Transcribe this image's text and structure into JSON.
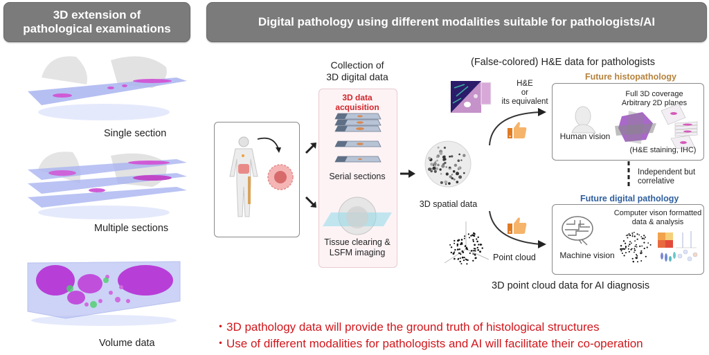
{
  "left_panel": {
    "title": "3D extension of pathological examinations",
    "title_line1": "3D extension of",
    "title_line2": "pathological examinations",
    "items": [
      {
        "label": "Single section"
      },
      {
        "label": "Multiple sections"
      },
      {
        "label": "Volume data"
      }
    ]
  },
  "right_panel": {
    "title": "Digital pathology using different modalities suitable for pathologists/AI",
    "collection": {
      "heading_line1": "Collection of",
      "heading_line2": "3D digital data",
      "acquisition_title_line1": "3D data",
      "acquisition_title_line2": "acquisition",
      "serial_sections": "Serial sections",
      "tissue_clearing_line1": "Tissue clearing &",
      "tissue_clearing_line2": "LSFM imaging"
    },
    "spatial_data_label": "3D spatial data",
    "he_heading": "(False-colored) H&E data for pathologists",
    "he_arrow_label_line1": "H&E",
    "he_arrow_label_line2": "or",
    "he_arrow_label_line3": "its equivalent",
    "future_histopathology": {
      "title": "Future histopathology",
      "title_color": "#b5823c",
      "human_vision": "Human vision",
      "coverage_line1": "Full 3D coverage",
      "coverage_line2": "Arbitrary 2D planes",
      "staining": "(H&E staining, IHC)"
    },
    "link_label_line1": "Independent but",
    "link_label_line2": "correlative",
    "future_digital": {
      "title": "Future digital pathology",
      "title_color": "#2f5f9e",
      "machine_vision": "Machine vision",
      "cv_line1": "Computer vison formatted",
      "cv_line2": "data & analysis"
    },
    "point_cloud_label": "Point cloud",
    "ai_heading": "3D point cloud data for AI diagnosis"
  },
  "conclusions": {
    "color": "#d0161b",
    "items": [
      "・3D pathology data will provide the ground truth of histological structures",
      "・Use of different modalities for pathologists and AI will facilitate their co-operation"
    ]
  }
}
